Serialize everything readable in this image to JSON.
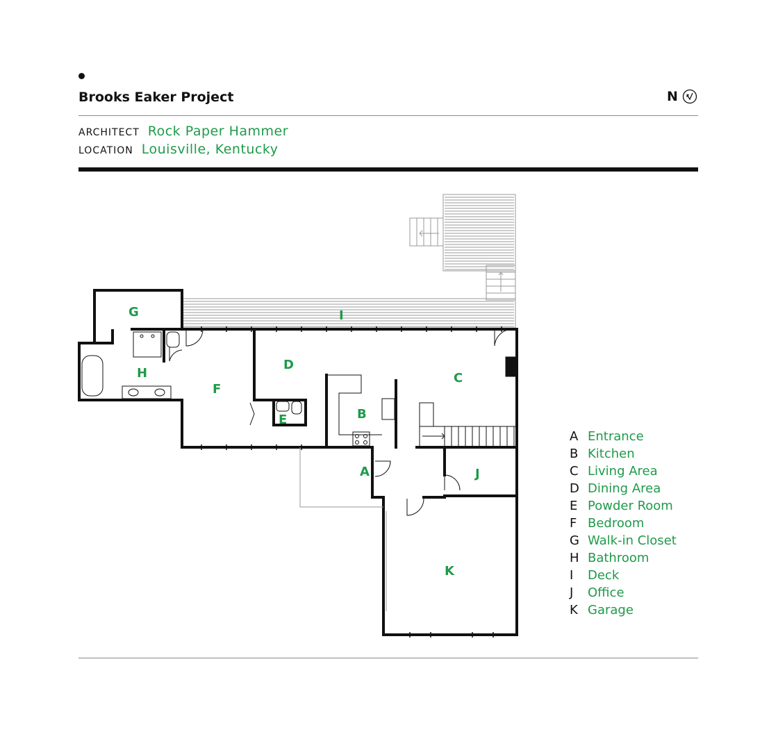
{
  "header": {
    "title": "Brooks Eaker Project",
    "north_letter": "N",
    "architect_label": "ARCHITECT",
    "architect_value": "Rock Paper Hammer",
    "location_label": "LOCATION",
    "location_value": "Louisville, Kentucky"
  },
  "colors": {
    "accent": "#1f9a4a",
    "ink": "#111111",
    "rule": "#888888"
  },
  "plan": {
    "rooms": {
      "A": "A",
      "B": "B",
      "C": "C",
      "D": "D",
      "E": "E",
      "F": "F",
      "G": "G",
      "H": "H",
      "I": "I",
      "J": "J",
      "K": "K"
    }
  },
  "legend": [
    {
      "key": "A",
      "name": "Entrance"
    },
    {
      "key": "B",
      "name": "Kitchen"
    },
    {
      "key": "C",
      "name": "Living Area"
    },
    {
      "key": "D",
      "name": "Dining Area"
    },
    {
      "key": "E",
      "name": "Powder Room"
    },
    {
      "key": "F",
      "name": "Bedroom"
    },
    {
      "key": "G",
      "name": "Walk-in Closet"
    },
    {
      "key": "H",
      "name": "Bathroom"
    },
    {
      "key": "I",
      "name": "Deck"
    },
    {
      "key": "J",
      "name": "Office"
    },
    {
      "key": "K",
      "name": "Garage"
    }
  ]
}
